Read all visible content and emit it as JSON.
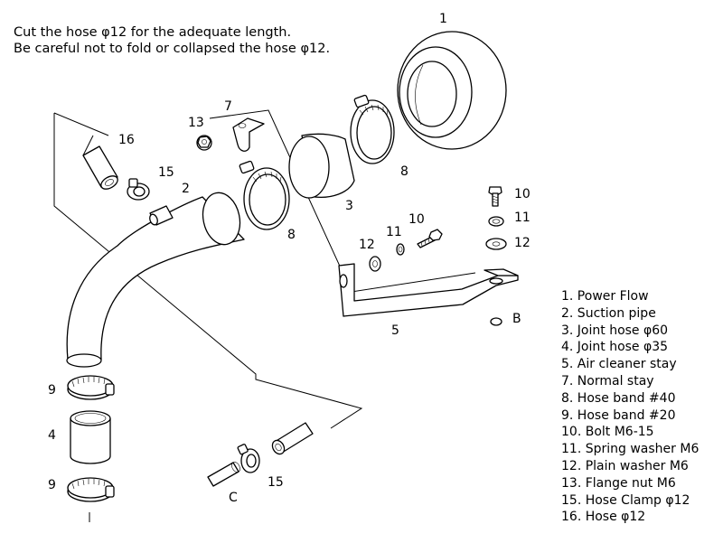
{
  "notes": [
    "Cut the hose φ12 for the adequate length.",
    "Be careful not to fold or collapsed the hose φ12."
  ],
  "legend": [
    "1. Power Flow",
    "2. Suction pipe",
    "3. Joint hose  φ60",
    "4. Joint hose  φ35",
    "5. Air cleaner stay",
    "7. Normal stay",
    "8. Hose band  #40",
    "9. Hose band  #20",
    "10. Bolt  M6-15",
    "11. Spring washer  M6",
    "12. Plain washer  M6",
    "13. Flange nut  M6",
    "15. Hose  Clamp  φ12",
    "16. Hose  φ12"
  ],
  "callouts": {
    "c1": "1",
    "c2": "2",
    "c3": "3",
    "c4": "4",
    "c5": "5",
    "c7": "7",
    "c8a": "8",
    "c8b": "8",
    "c9a": "9",
    "c9b": "9",
    "c10a": "10",
    "c10b": "10",
    "c11a": "11",
    "c11b": "11",
    "c12a": "12",
    "c12b": "12",
    "c13": "13",
    "c15a": "15",
    "c15b": "15",
    "c16": "16",
    "cB": "B",
    "cC": "C"
  }
}
